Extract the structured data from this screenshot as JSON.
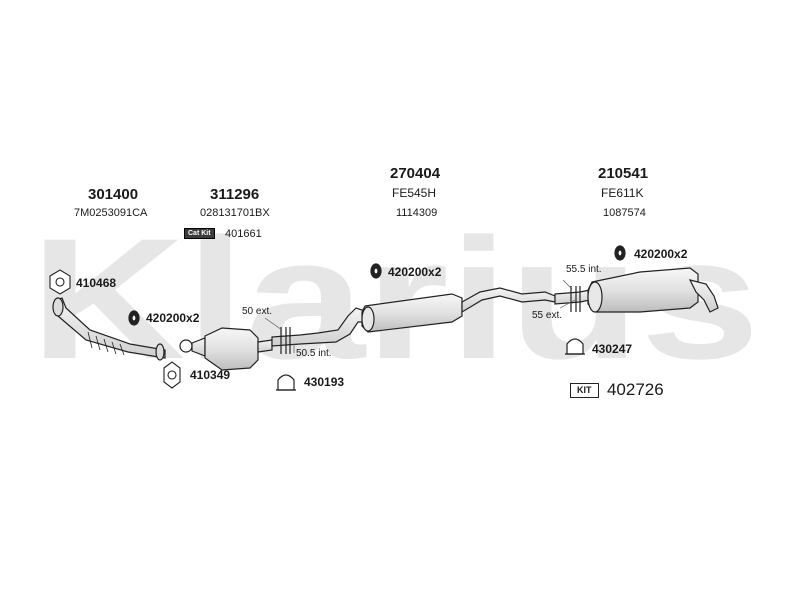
{
  "watermark": "Klarius",
  "parts": {
    "front_pipe": {
      "number": "301400",
      "oe": "7M0253091CA"
    },
    "catalyst": {
      "number": "311296",
      "oe": "028131701BX",
      "kit_badge": "Cat Kit",
      "kit_number": "401661"
    },
    "centre_box": {
      "number": "270404",
      "code": "FE545H",
      "oe": "1114309"
    },
    "rear_box": {
      "number": "210541",
      "code": "FE611K",
      "oe": "1087574"
    }
  },
  "fittings": {
    "gasket_front": "410468",
    "mount_front": "420200x2",
    "ring_gasket": "410349",
    "clamp_cat": "430193",
    "mount_centre": "420200x2",
    "mount_rear": "420200x2",
    "clamp_rear": "430247"
  },
  "dimensions": {
    "cat_ext": "50 ext.",
    "cat_int": "50.5 int.",
    "rear_int": "55.5 int.",
    "rear_ext": "55 ext."
  },
  "fitting_kit": {
    "badge": "KIT",
    "number": "402726"
  },
  "colors": {
    "watermark": "#e6e6e6",
    "line": "#222222",
    "part_fill": "#ececec"
  }
}
